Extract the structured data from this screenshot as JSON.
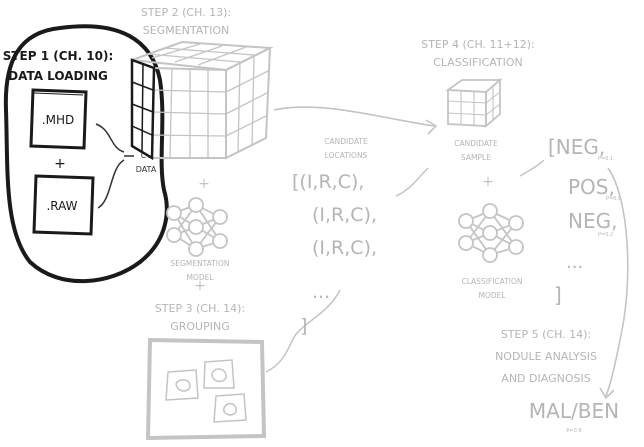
{
  "step1": {
    "title_line1": "STEP 1 (CH. 10):",
    "title_line2": "DATA LOADING",
    "file_mhd": ".MHD",
    "plus": "+",
    "file_raw": ".RAW"
  },
  "ct_data": {
    "line1": "CT",
    "line2": "DATA"
  },
  "step2": {
    "title_line1": "STEP 2 (CH. 13):",
    "title_line2": "SEGMENTATION"
  },
  "segmentation_model": {
    "line1": "SEGMENTATION",
    "line2": "MODEL"
  },
  "candidate_locations": {
    "line1": "CANDIDATE",
    "line2": "LOCATIONS",
    "items": [
      "[(I,R,C),",
      "(I,R,C),",
      "(I,R,C),",
      "...",
      "]"
    ]
  },
  "step3": {
    "title_line1": "STEP 3 (CH. 14):",
    "title_line2": "GROUPING"
  },
  "step4": {
    "title_line1": "STEP 4 (CH. 11+12):",
    "title_line2": "CLASSIFICATION"
  },
  "candidate_sample": {
    "line1": "CANDIDATE",
    "line2": "SAMPLE"
  },
  "classification_model": {
    "line1": "CLASSIFICATION",
    "line2": "MODEL"
  },
  "predictions": {
    "items": [
      {
        "label": "[NEG,",
        "prob": "P=0.1"
      },
      {
        "label": "POS,",
        "prob": "P=0.9"
      },
      {
        "label": "NEG,",
        "prob": "P=0.2"
      }
    ],
    "ellipsis": "...",
    "close": "]"
  },
  "step5": {
    "title_line1": "STEP 5 (CH. 14):",
    "title_line2": "NODULE ANALYSIS",
    "title_line3": "AND DIAGNOSIS"
  },
  "diagnosis": {
    "label": "MAL/BEN",
    "prob": "P=0.9"
  },
  "plus_sign": "+"
}
